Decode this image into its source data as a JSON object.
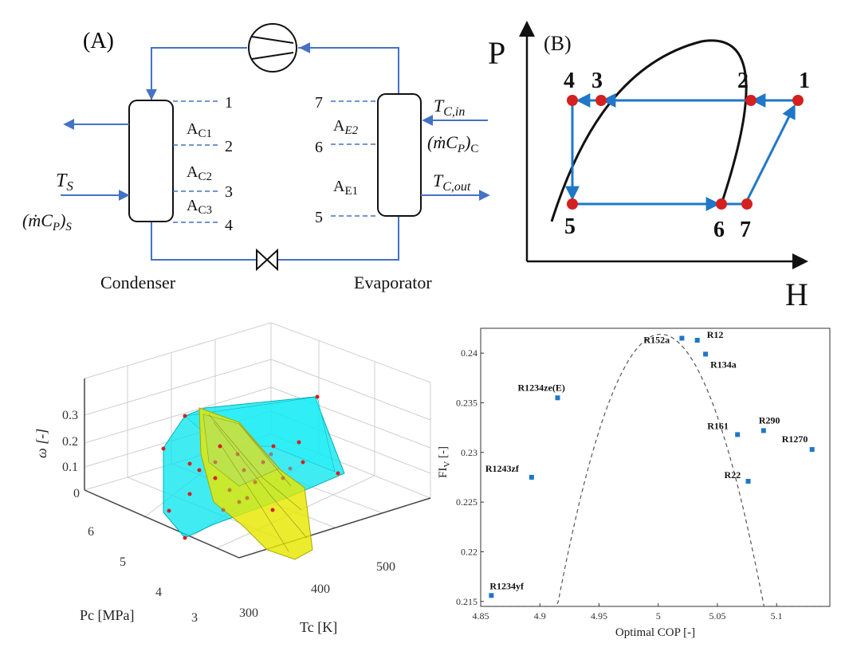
{
  "panelA": {
    "label": "(A)",
    "condenser_label": "Condenser",
    "evaporator_label": "Evaporator",
    "cond_levels": [
      "1",
      "2",
      "3",
      "4"
    ],
    "evap_levels": [
      "7",
      "6",
      "5"
    ],
    "ac1": "A",
    "ac1_sub": "C1",
    "ac2": "A",
    "ac2_sub": "C2",
    "ac3": "A",
    "ac3_sub": "C3",
    "ae2": "A",
    "ae2_sub": "E2",
    "ae1": "A",
    "ae1_sub": "E1",
    "ts": "T",
    "ts_sub": "S",
    "mcps": "(ṁC",
    "mcps_sub": "P",
    "mcps_close": ")",
    "mcps_sub2": "S",
    "tcin": "T",
    "tcin_sub": "C,in",
    "mcpc": "(ṁC",
    "mcpc_sub": "P",
    "mcpc_close": ")",
    "mcpc_sub2": "C",
    "tcout": "T",
    "tcout_sub": "C,out"
  },
  "panelB": {
    "label": "(B)",
    "ylabel": "P",
    "xlabel": "H",
    "points": [
      "1",
      "2",
      "3",
      "4",
      "5",
      "6",
      "7"
    ],
    "point_color": "#d42020",
    "arrow_color": "#1f77c8"
  },
  "panel3d": {
    "zlabel": "ω [-]",
    "xlabel": "Pc [MPa]",
    "ylabel": "Tc [K]",
    "zticks": [
      "0",
      "0.1",
      "0.2",
      "0.3"
    ],
    "pticks": [
      "3",
      "4",
      "5",
      "6"
    ],
    "tticks": [
      "300",
      "400",
      "500"
    ],
    "cyan": "#00e5ee",
    "yellow": "#e8e800"
  },
  "chart_data": {
    "type": "scatter",
    "xlabel": "Optimal COP [-]",
    "ylabel": "FI",
    "ylabel_sub": "V",
    "ylabel_tail": " [-]",
    "xlim": [
      4.85,
      5.145
    ],
    "ylim": [
      0.2145,
      0.2425
    ],
    "xticks": [
      "4.85",
      "4.9",
      "4.95",
      "5",
      "5.05",
      "5.1"
    ],
    "yticks": [
      "0.215",
      "0.22",
      "0.225",
      "0.23",
      "0.235",
      "0.24"
    ],
    "points": [
      {
        "name": "R1234yf",
        "x": 4.859,
        "y": 0.2156
      },
      {
        "name": "R1243zf",
        "x": 4.893,
        "y": 0.2275
      },
      {
        "name": "R1234ze(E)",
        "x": 4.915,
        "y": 0.2355
      },
      {
        "name": "R152a",
        "x": 5.02,
        "y": 0.2415
      },
      {
        "name": "R12",
        "x": 5.033,
        "y": 0.2413
      },
      {
        "name": "R134a",
        "x": 5.04,
        "y": 0.2399
      },
      {
        "name": "R161",
        "x": 5.067,
        "y": 0.2318
      },
      {
        "name": "R290",
        "x": 5.089,
        "y": 0.2322
      },
      {
        "name": "R1270",
        "x": 5.13,
        "y": 0.2303
      },
      {
        "name": "R22",
        "x": 5.076,
        "y": 0.2271
      }
    ],
    "fit": {
      "peak_x": 5.002,
      "peak_y": 0.2419,
      "curvature": 3.6
    },
    "marker_color": "#1f77c8"
  }
}
